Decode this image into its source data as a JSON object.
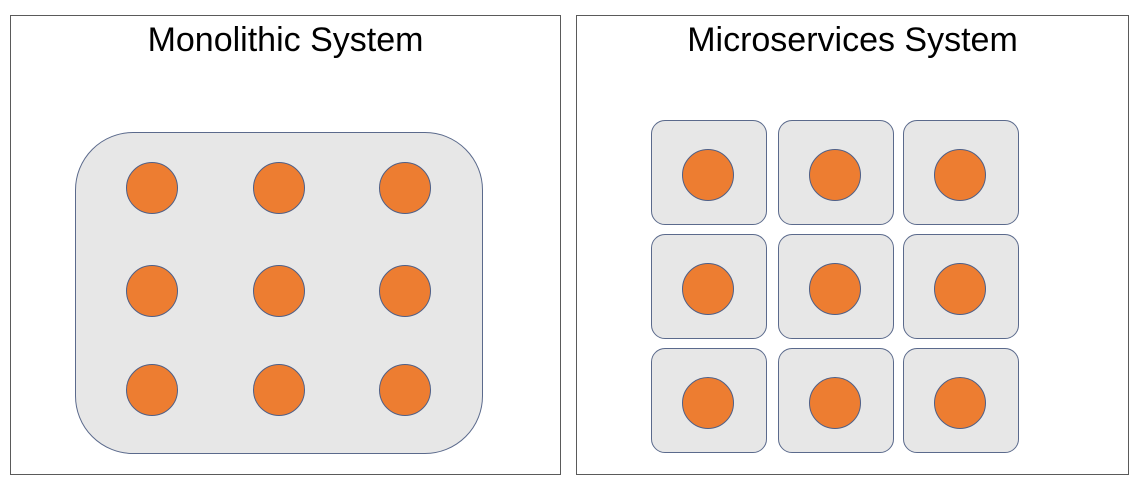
{
  "monolithic": {
    "title": "Monolithic System",
    "components": [
      {
        "row": 1,
        "col": 1
      },
      {
        "row": 1,
        "col": 2
      },
      {
        "row": 1,
        "col": 3
      },
      {
        "row": 2,
        "col": 1
      },
      {
        "row": 2,
        "col": 2
      },
      {
        "row": 2,
        "col": 3
      },
      {
        "row": 3,
        "col": 1
      },
      {
        "row": 3,
        "col": 2
      },
      {
        "row": 3,
        "col": 3
      }
    ]
  },
  "microservices": {
    "title": "Microservices System",
    "services": [
      {
        "row": 1,
        "col": 1
      },
      {
        "row": 1,
        "col": 2
      },
      {
        "row": 1,
        "col": 3
      },
      {
        "row": 2,
        "col": 1
      },
      {
        "row": 2,
        "col": 2
      },
      {
        "row": 2,
        "col": 3
      },
      {
        "row": 3,
        "col": 1
      },
      {
        "row": 3,
        "col": 2
      },
      {
        "row": 3,
        "col": 3
      }
    ]
  },
  "colors": {
    "component_fill": "#ed7d31",
    "component_outline": "#4f5f86",
    "container_fill": "#e7e7e7",
    "container_outline": "#5b6a8c",
    "panel_border": "#5a5a5a"
  }
}
